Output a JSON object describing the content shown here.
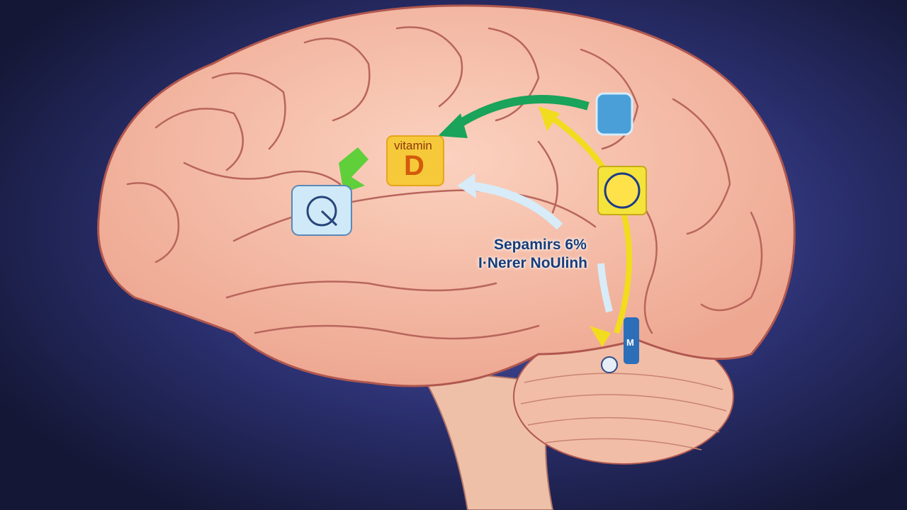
{
  "illustration": {
    "badge_vitamin_small": "vitamin",
    "badge_vitamin_letter": "D",
    "caption_line1": "Sepamirs 6%",
    "caption_line2": "I·Nerer NoUlinh",
    "tube_letter": "M"
  },
  "colors": {
    "background": "#1b1f45",
    "brain": "#f3b9a2",
    "brain_outline": "#b0574f",
    "green_arrow": "#1aa35a",
    "yellow_arrow": "#f2dc1e",
    "light_arrow": "#d7ecf8"
  }
}
